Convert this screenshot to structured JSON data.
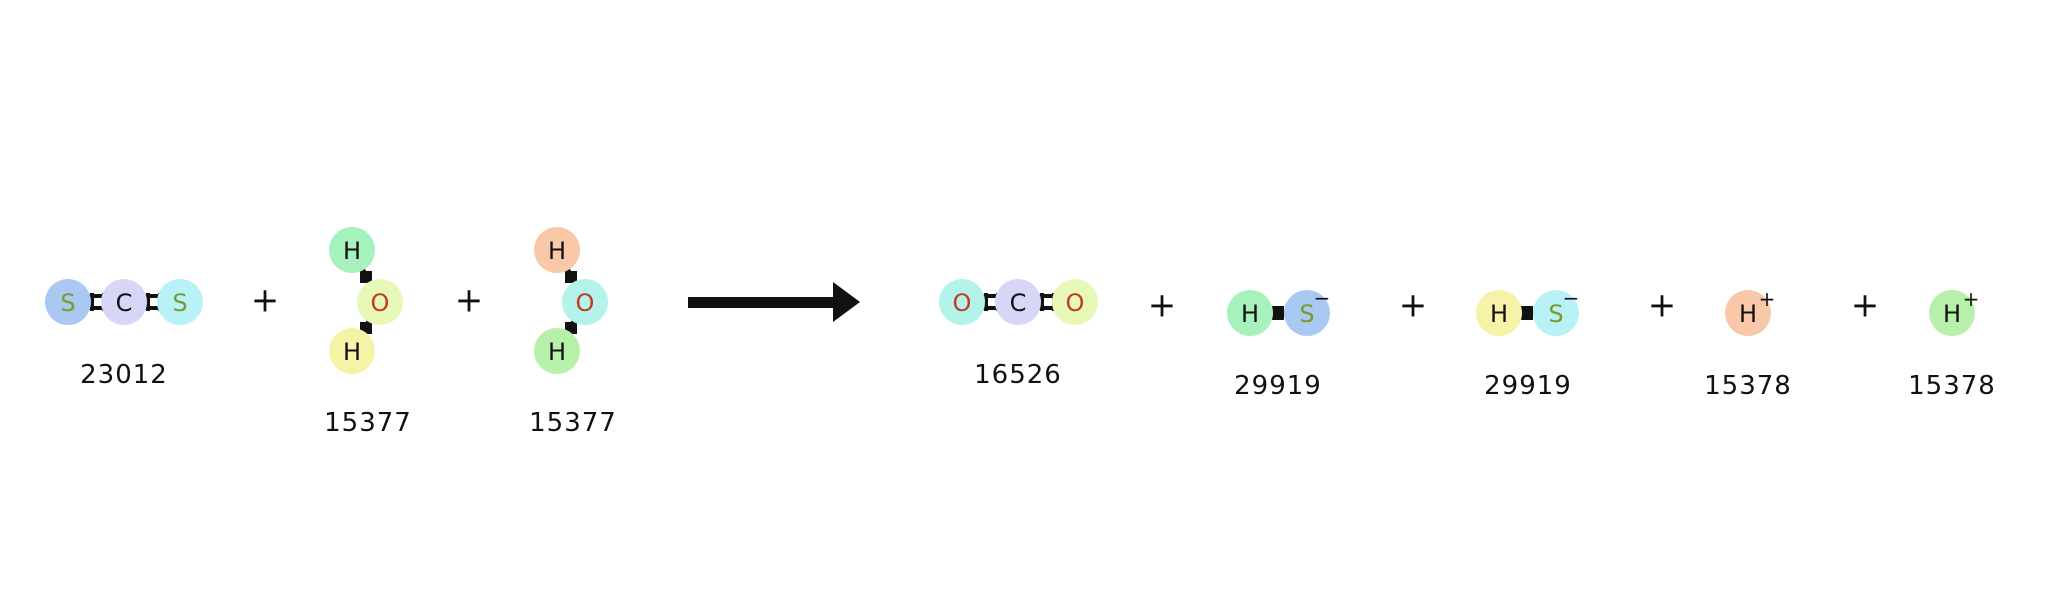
{
  "reaction": {
    "reactants": [
      {
        "id": "23012",
        "atoms": [
          {
            "symbol": "S",
            "color": "#a9c9f2",
            "text_color": "#7a9a2a"
          },
          {
            "symbol": "C",
            "color": "#d7d6f6",
            "text_color": "#111111"
          },
          {
            "symbol": "S",
            "color": "#b9f2f6",
            "text_color": "#7a9a2a"
          }
        ]
      },
      {
        "id": "15377",
        "atoms": [
          {
            "symbol": "H",
            "color": "#a7f1bd",
            "text_color": "#111111"
          },
          {
            "symbol": "O",
            "color": "#e7f8b8",
            "text_color": "#c23b22"
          },
          {
            "symbol": "H",
            "color": "#f6f3a9",
            "text_color": "#111111"
          }
        ]
      },
      {
        "id": "15377",
        "atoms": [
          {
            "symbol": "H",
            "color": "#f8c8a8",
            "text_color": "#111111"
          },
          {
            "symbol": "O",
            "color": "#b3f3ea",
            "text_color": "#c23b22"
          },
          {
            "symbol": "H",
            "color": "#b7f0a8",
            "text_color": "#111111"
          }
        ]
      }
    ],
    "products": [
      {
        "id": "16526",
        "atoms": [
          {
            "symbol": "O",
            "color": "#b3f3ea",
            "text_color": "#c23b22"
          },
          {
            "symbol": "C",
            "color": "#d7d6f6",
            "text_color": "#111111"
          },
          {
            "symbol": "O",
            "color": "#e7f8b8",
            "text_color": "#c23b22"
          }
        ]
      },
      {
        "id": "29919",
        "atoms": [
          {
            "symbol": "H",
            "color": "#a7f1bd",
            "text_color": "#111111"
          },
          {
            "symbol": "S",
            "color": "#a9c9f2",
            "text_color": "#7a9a2a",
            "charge": "−"
          }
        ]
      },
      {
        "id": "29919",
        "atoms": [
          {
            "symbol": "H",
            "color": "#f6f3a9",
            "text_color": "#111111"
          },
          {
            "symbol": "S",
            "color": "#b9f2f6",
            "text_color": "#7a9a2a",
            "charge": "−"
          }
        ]
      },
      {
        "id": "15378",
        "atoms": [
          {
            "symbol": "H",
            "color": "#f8c8a8",
            "text_color": "#111111",
            "charge": "+"
          }
        ]
      },
      {
        "id": "15378",
        "atoms": [
          {
            "symbol": "H",
            "color": "#b7f0a8",
            "text_color": "#111111",
            "charge": "+"
          }
        ]
      }
    ],
    "plus_sign": "+"
  }
}
